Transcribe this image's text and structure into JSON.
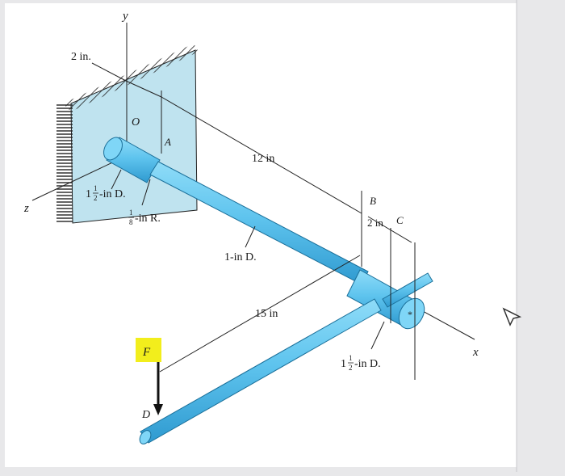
{
  "figure": {
    "axes": {
      "x": "x",
      "y": "y",
      "z": "z"
    },
    "points": {
      "O": "O",
      "A": "A",
      "B": "B",
      "C": "C",
      "D": "D",
      "F": "F"
    },
    "dimensions": {
      "wall_offset": "2 in.",
      "shaft_length": "12 in",
      "hub_gap": "2 in",
      "arm_length": "15 in"
    },
    "diameters": {
      "base_dia_whole": "1",
      "base_dia_suffix": "-in D.",
      "fillet_suffix": "-in R.",
      "shaft_dia": "1-in D.",
      "hub_dia_whole": "1",
      "hub_dia_suffix": "-in D."
    },
    "fractions": {
      "base_num": "1",
      "base_den": "2",
      "fillet_num": "1",
      "fillet_den": "8",
      "hub_num": "1",
      "hub_den": "2"
    },
    "colors": {
      "rod": "#5fc4ee",
      "rod_dark": "#3aa7d8",
      "wall": "#bfe3ef",
      "highlight": "#f2ee1c",
      "background": "#e8e8ea",
      "paper": "#ffffff"
    },
    "icons": {
      "cursor": "mouse-pointer-icon"
    }
  }
}
